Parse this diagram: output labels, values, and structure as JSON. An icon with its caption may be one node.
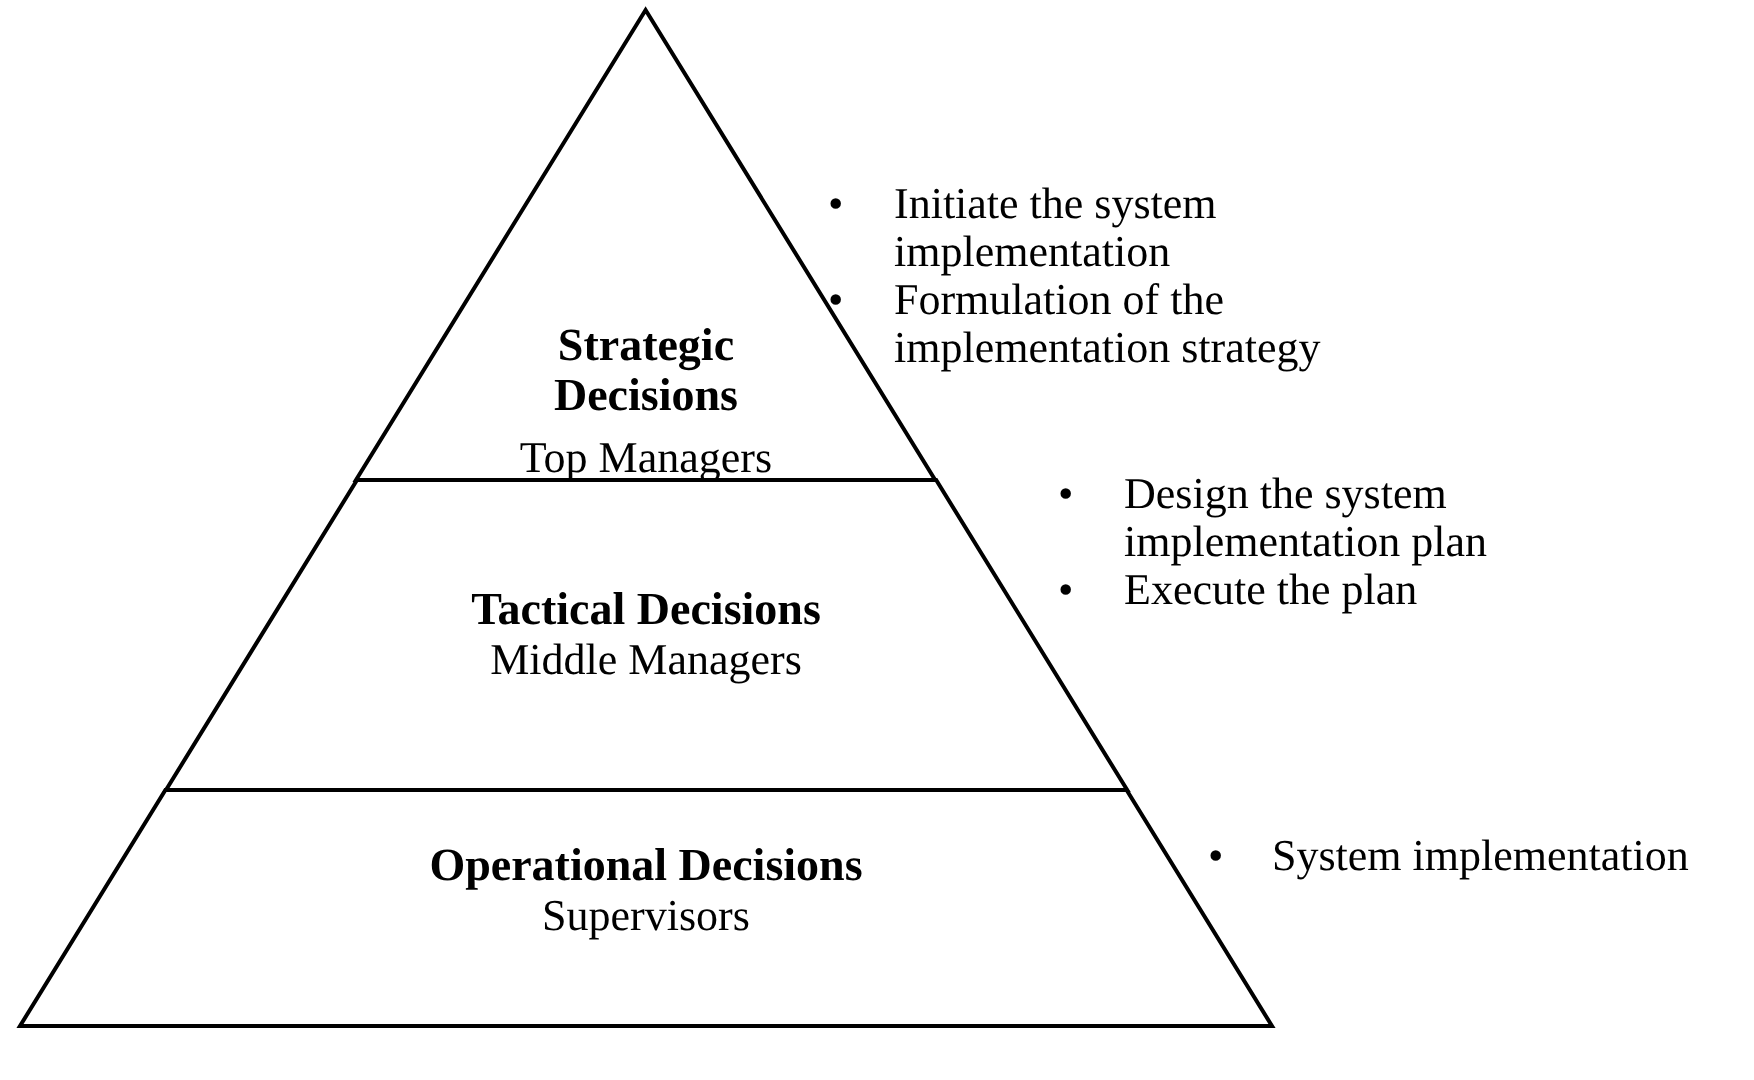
{
  "diagram": {
    "nodes": [
      {
        "text": [
          "Strategic Decisions",
          "Top Managers"
        ],
        "beside": [
          "Initiate the system implementation",
          "Formulation of the implementation strategy"
        ]
      },
      {
        "text": [
          "Tactical Decisions",
          "Middle Managers"
        ],
        "beside": [
          "Design the system implementation plan",
          "Execute the plan"
        ]
      },
      {
        "text": [
          "Operational Decisions",
          "Supervisors"
        ],
        "beside": [
          "System implementation"
        ]
      }
    ],
    "labels": [
      "•",
      "•",
      "•",
      "•",
      "•"
    ]
  }
}
